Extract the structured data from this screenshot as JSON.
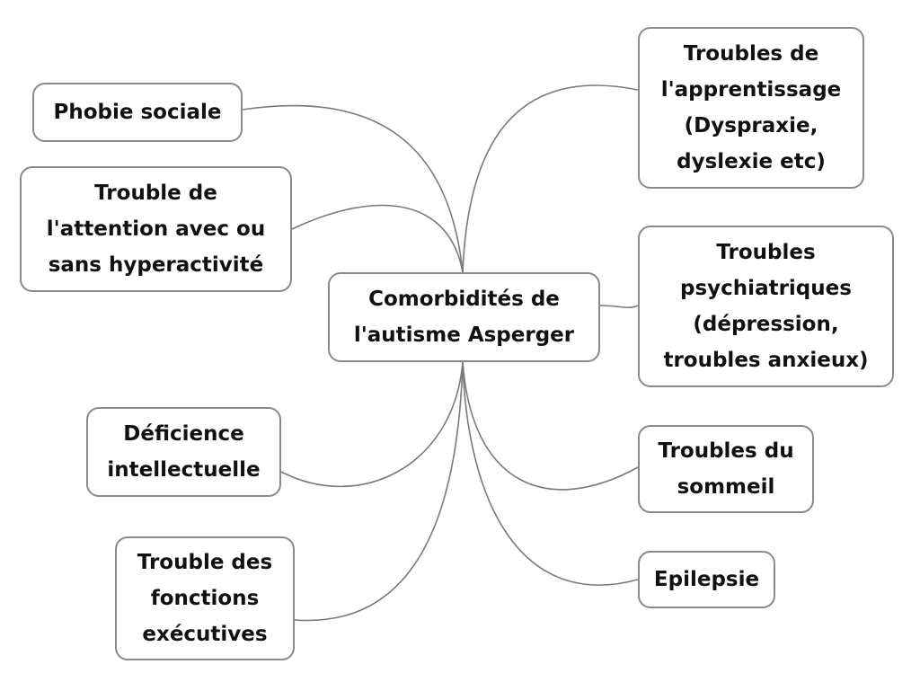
{
  "center": "Comorbidités de\nl'autisme Asperger",
  "left": [
    "Phobie sociale",
    "Trouble de\nl'attention avec ou\nsans hyperactivité",
    "Déficience\nintellectuelle",
    "Trouble des\nfonctions\nexécutives"
  ],
  "right": [
    "Troubles de\nl'apprentissage\n(Dyspraxie,\ndyslexie etc)",
    "Troubles\npsychiatriques\n(dépression,\ntroubles anxieux)",
    "Troubles du\nsommeil",
    "Epilepsie"
  ],
  "colors": {
    "line": "#7a7a7a",
    "border": "#8a8a8a"
  }
}
